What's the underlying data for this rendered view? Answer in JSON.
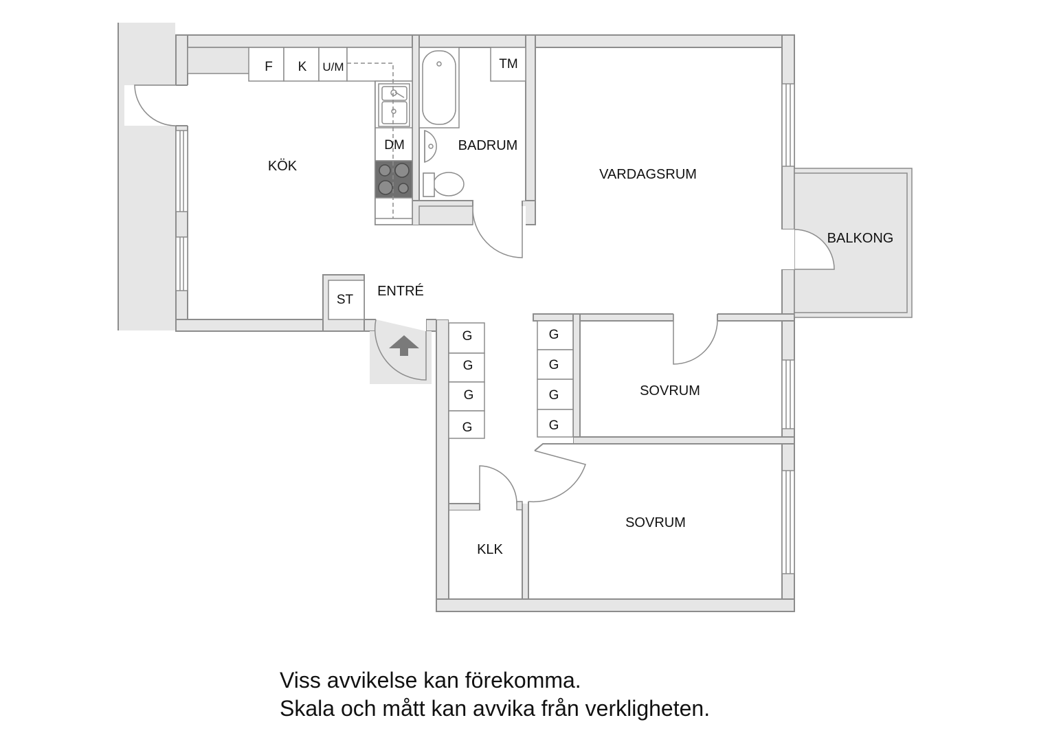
{
  "rooms": {
    "kitchen": "KÖK",
    "bathroom": "BADRUM",
    "living_room": "VARDAGSRUM",
    "balcony": "BALKONG",
    "entrance": "ENTRÉ",
    "bedroom_1": "SOVRUM",
    "bedroom_2": "SOVRUM",
    "walk_in_closet": "KLK"
  },
  "fixtures": {
    "fridge": "F",
    "freezer": "K",
    "microwave": "U/M",
    "dishwasher": "DM",
    "washing_machine": "TM",
    "storage": "ST",
    "wardrobes": [
      "G",
      "G",
      "G",
      "G",
      "G",
      "G",
      "G",
      "G"
    ]
  },
  "disclaimer": {
    "line1": "Viss avvikelse kan förekomma.",
    "line2": "Skala och mått kan avvika från verkligheten."
  },
  "colors": {
    "wall_fill": "#e6e6e6",
    "wall_stroke": "#8c8c8c",
    "fixture_stroke": "#8c8c8c",
    "stove_fill": "#6f6f6f",
    "entrance_arrow": "#7a7a7a"
  }
}
